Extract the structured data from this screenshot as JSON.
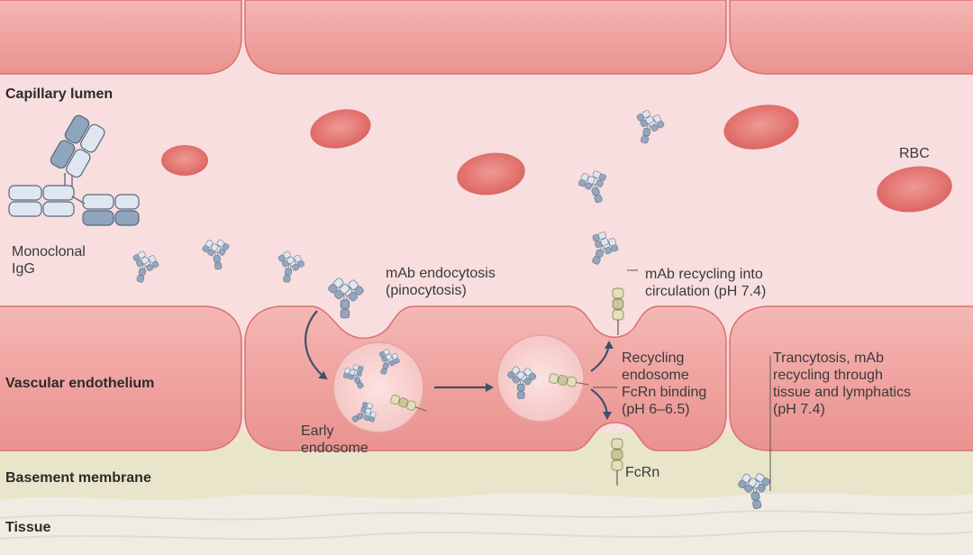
{
  "regions": {
    "capillary_lumen": "Capillary lumen",
    "vascular_endothelium": "Vascular endothelium",
    "basement_membrane": "Basement membrane",
    "tissue": "Tissue"
  },
  "labels": {
    "rbc": "RBC",
    "monoclonal_igg": "Monoclonal\nIgG",
    "mab_endocytosis": "mAb endocytosis\n(pinocytosis)",
    "mab_recycling_circulation": "mAb recycling into\ncirculation (pH 7.4)",
    "recycling_endosome": "Recycling\nendosome\nFcRn binding\n(pH 6–6.5)",
    "early_endosome": "Early\nendosome",
    "fcrn": "FcRn",
    "transcytosis": "Trancytosis, mAb\nrecycling through\ntissue and lymphatics\n(pH 7.4)"
  },
  "colors": {
    "lumen": "#f8dede",
    "cell": "#f0a9a6",
    "cell_edge": "#d9706e",
    "rbc": "#e77f7c",
    "basement": "#e9e6cc",
    "tissue": "#efece3",
    "antibody_dark": "#8fa4bd",
    "antibody_light": "#dfe6ef",
    "fcrn": "#c9c79a",
    "arrow": "#3f5069"
  }
}
